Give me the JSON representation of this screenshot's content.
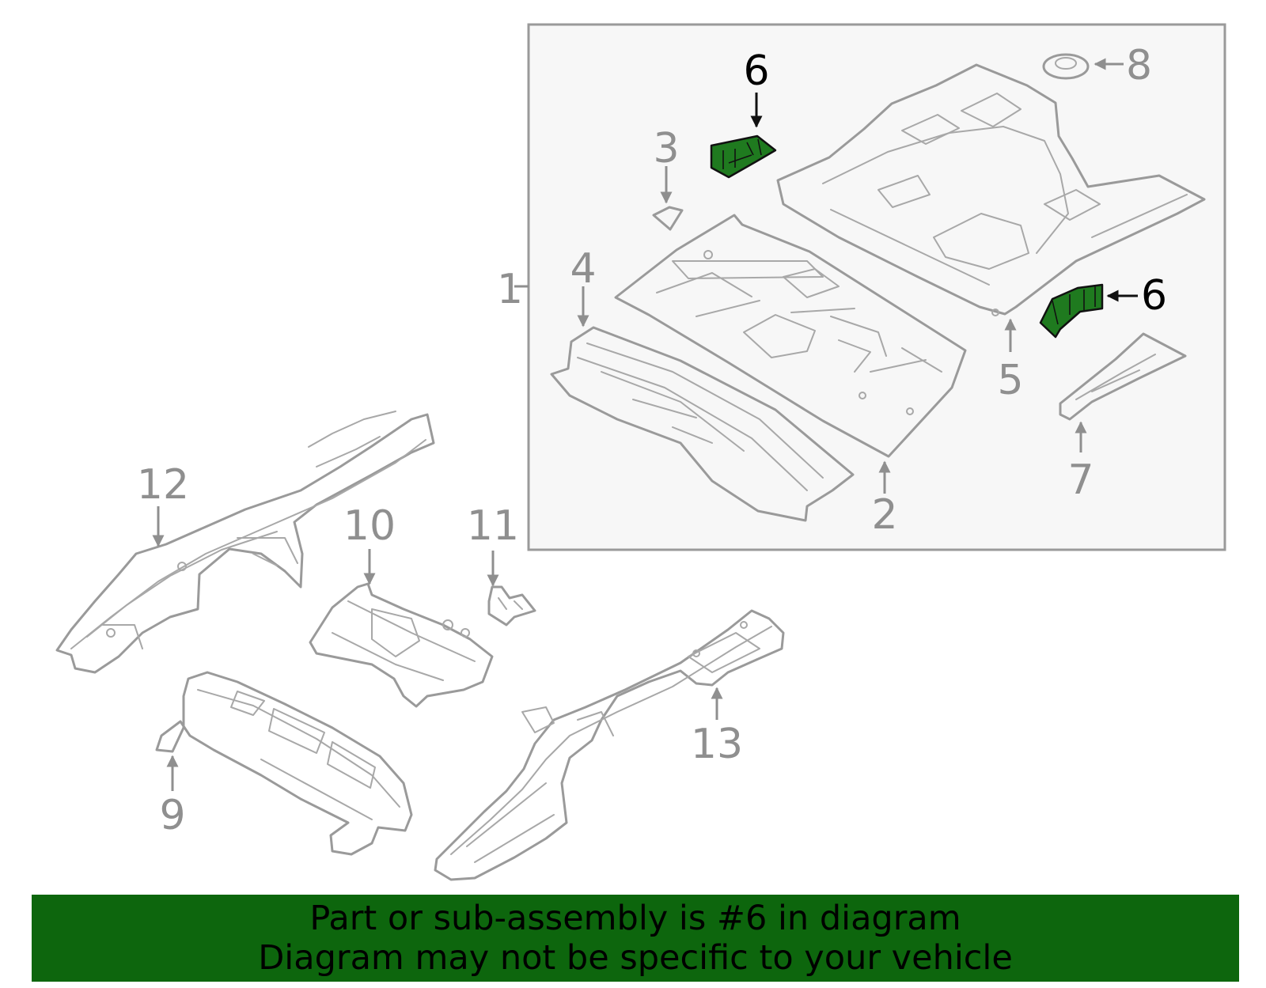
{
  "diagram": {
    "callouts": {
      "c1": "1",
      "c2": "2",
      "c3": "3",
      "c4": "4",
      "c5": "5",
      "c6a": "6",
      "c6b": "6",
      "c7": "7",
      "c8": "8",
      "c9": "9",
      "c10": "10",
      "c11": "11",
      "c12": "12",
      "c13": "13"
    },
    "highlighted_part": "6",
    "colors": {
      "highlight": "#1f7a1f",
      "banner": "#0d660d",
      "line_art": "#9a9a9a",
      "inset_box": "#f7f7f7"
    }
  },
  "banner": {
    "line1": "Part or sub-assembly is #6 in diagram",
    "line2": "Diagram may not be specific to your vehicle"
  }
}
